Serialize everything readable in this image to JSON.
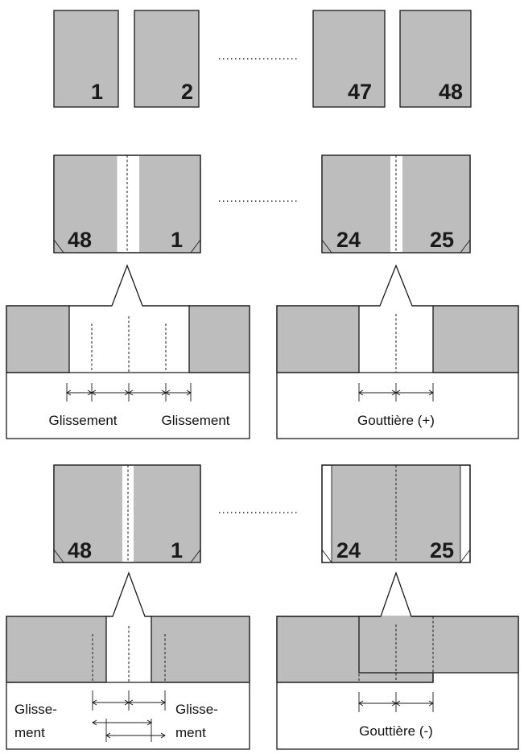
{
  "pages": {
    "p1": "1",
    "p2": "2",
    "p47": "47",
    "p48": "48"
  },
  "spread_a": {
    "left": "48",
    "right": "1"
  },
  "spread_b": {
    "left": "24",
    "right": "25"
  },
  "spread_c": {
    "left": "48",
    "right": "1"
  },
  "spread_d": {
    "left": "24",
    "right": "25"
  },
  "labels": {
    "shift_left": "Glissement",
    "shift_right": "Glissement",
    "gutter_plus": "Gouttière (+)",
    "shift_split_left_1": "Glisse-",
    "shift_split_left_2": "ment",
    "shift_split_right_1": "Glisse-",
    "shift_split_right_2": "ment",
    "gutter_minus": "Gouttière (-)"
  },
  "colors": {
    "page_fill": "#bdbdbd",
    "stroke": "#1a1a1a"
  }
}
